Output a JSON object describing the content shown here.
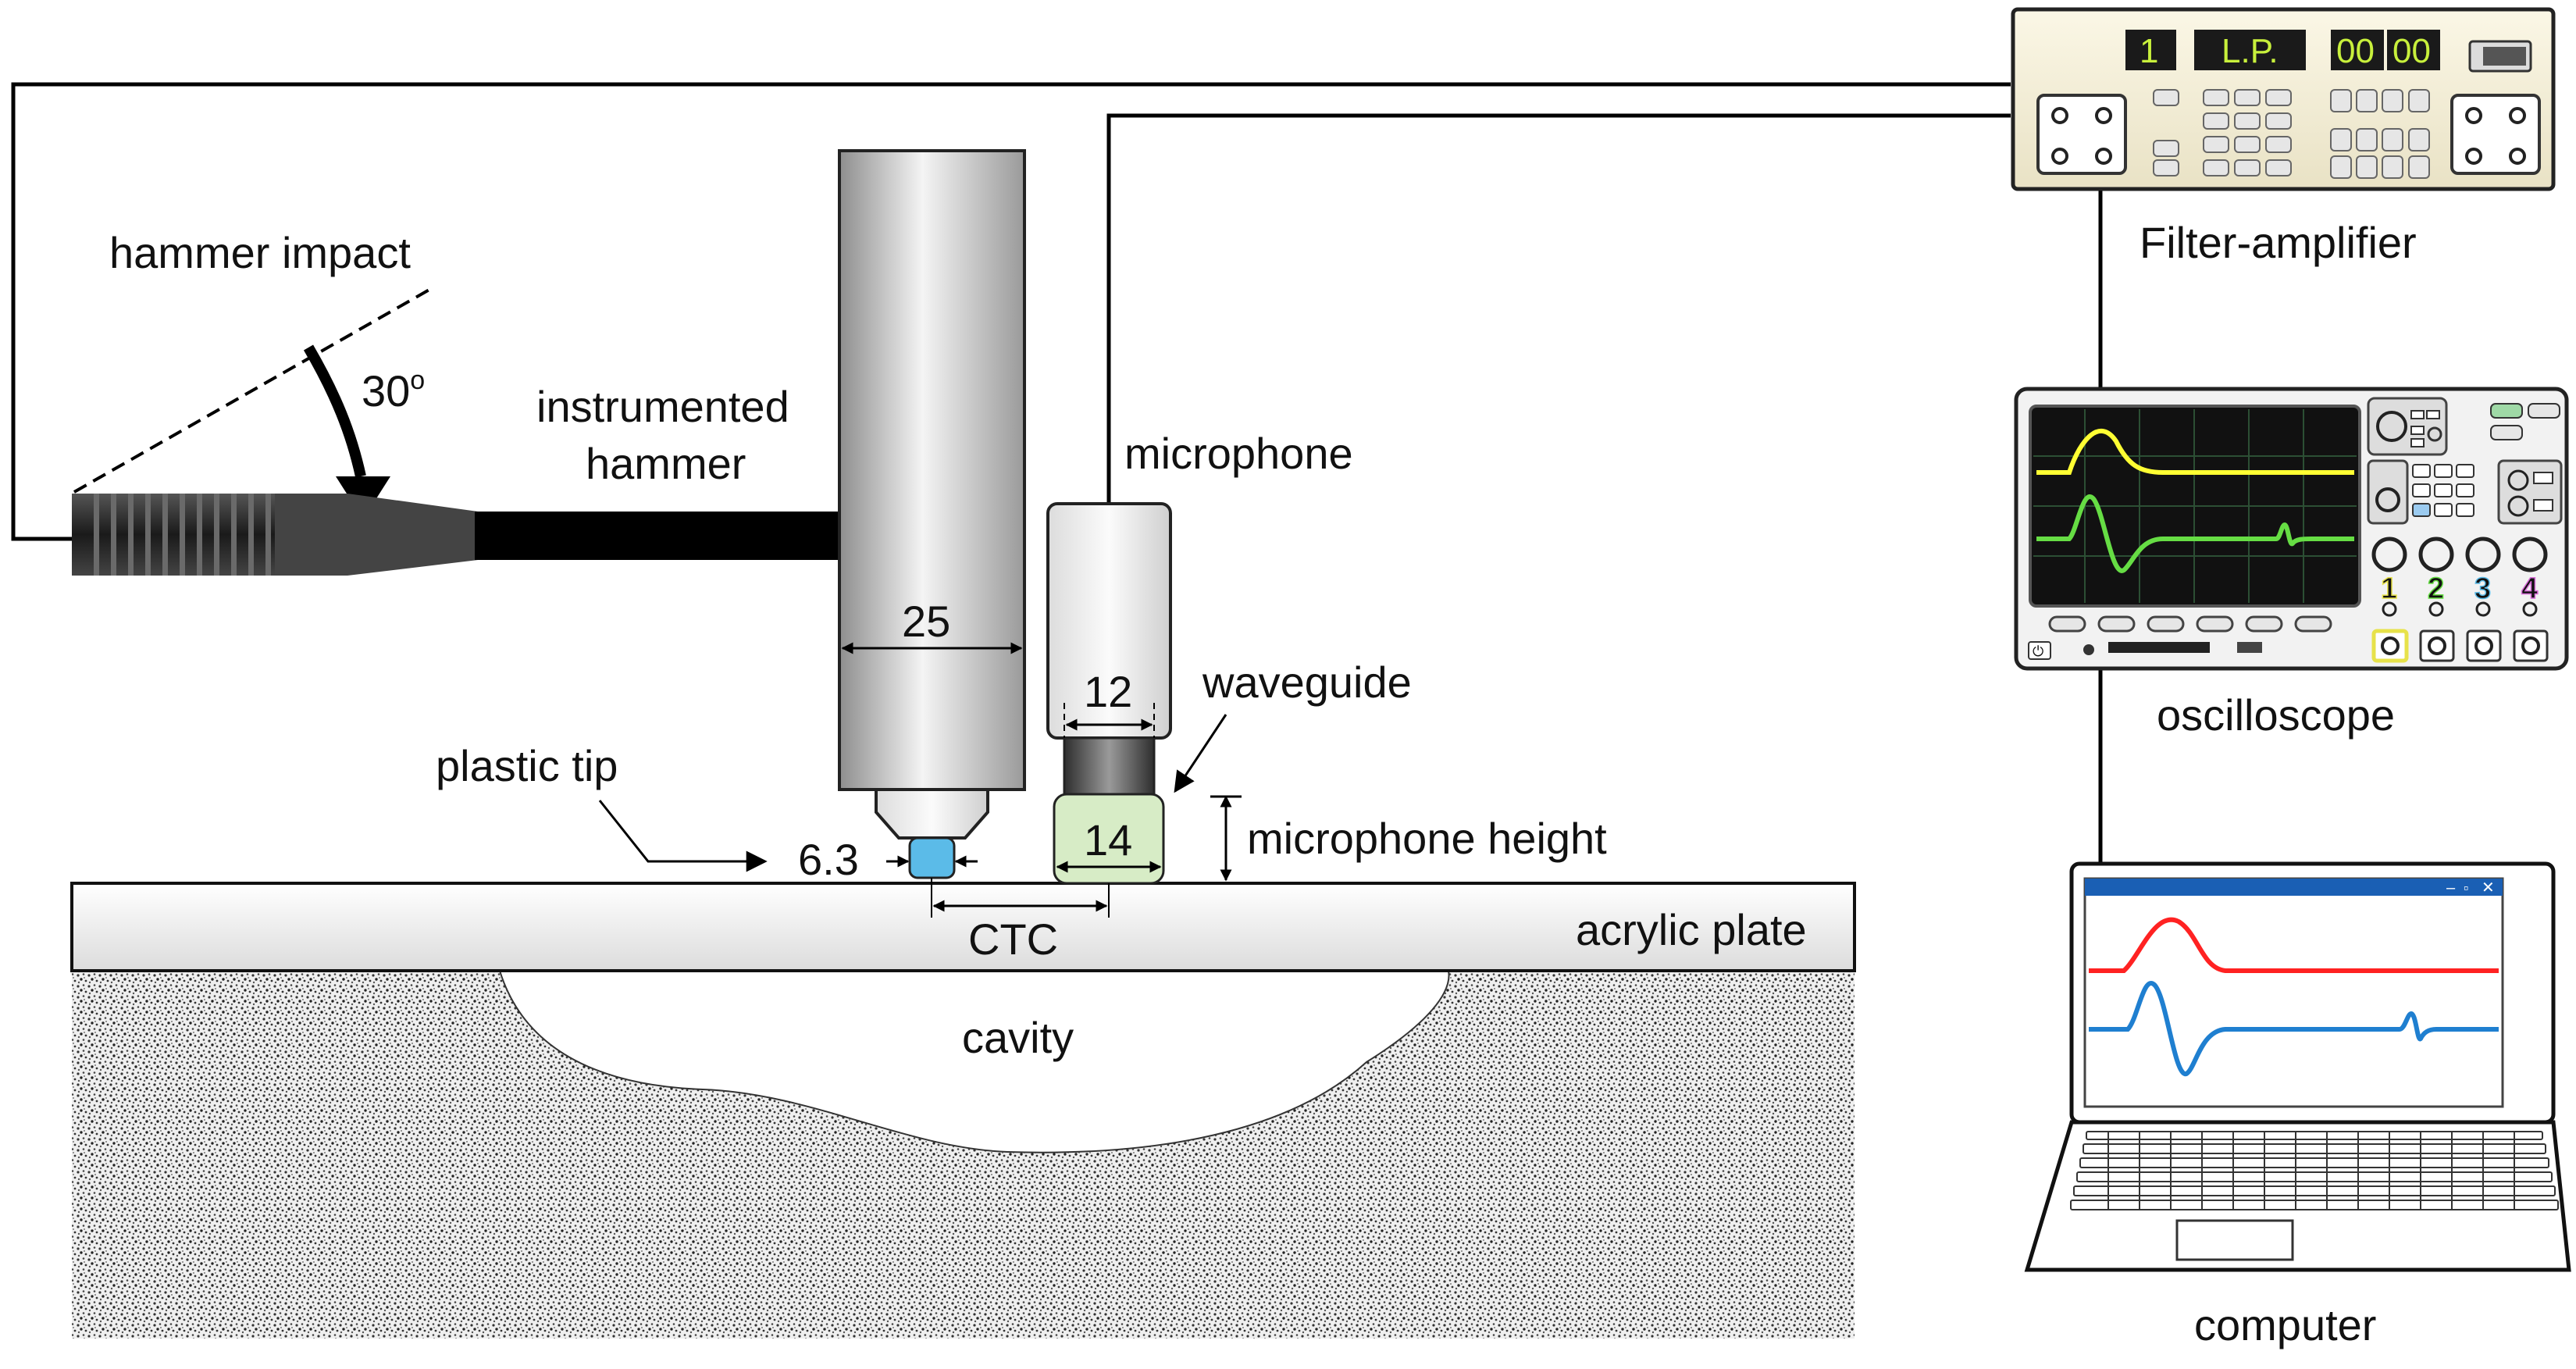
{
  "labels": {
    "hammer_impact": "hammer impact",
    "angle": "30",
    "angle_unit": "o",
    "instrumented_hammer_1": "instrumented",
    "instrumented_hammer_2": "hammer",
    "microphone": "microphone",
    "waveguide": "waveguide",
    "plastic_tip": "plastic tip",
    "microphone_height": "microphone height",
    "acrylic_plate": "acrylic plate",
    "cavity": "cavity",
    "ctc": "CTC",
    "filter_amplifier": "Filter-amplifier",
    "oscilloscope": "oscilloscope",
    "computer": "computer"
  },
  "dimensions": {
    "hammer_diameter": "25",
    "microphone_diameter": "12",
    "waveguide_diameter": "14",
    "tip_diameter": "6.3"
  },
  "filter_amplifier_display": {
    "channel": "1",
    "mode": "L.P.",
    "value_a": "00",
    "value_b": "00"
  },
  "oscilloscope_channels": [
    "1",
    "2",
    "3",
    "4"
  ],
  "colors": {
    "scope_trace_1": "#ffff33",
    "scope_trace_2": "#66dd44",
    "pc_trace_1": "#ff2222",
    "pc_trace_2": "#1f7fd0",
    "tip": "#5bbbe8",
    "waveguide": "#d7ecc6",
    "display_text": "#c8f03c",
    "titlebar": "#1a5fb4"
  }
}
